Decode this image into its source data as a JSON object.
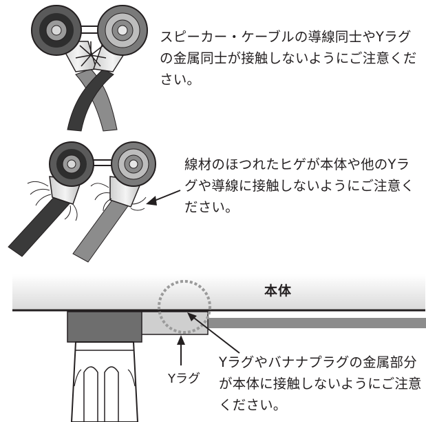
{
  "notes": {
    "wire_contact": "スピーカー・ケーブルの導線同士やYラグの金属同士が接触しないようにご注意ください。",
    "whisker_contact": "線材のほつれたヒゲが本体や他のYラグや導線に接触しないようにご注意ください。",
    "chassis_contact": "Yラグやバナナプラグの金属部分が本体に接触しないようにご注意ください。"
  },
  "labels": {
    "main_body": "本体",
    "y_lug": "Yラグ"
  },
  "colors": {
    "ink": "#231f20",
    "dark_cable": "#3a3a3a",
    "gray_cable": "#8c8c8c",
    "terminal_dark": "#4a4a4a",
    "highlight_circle": "#9a9a9a"
  }
}
